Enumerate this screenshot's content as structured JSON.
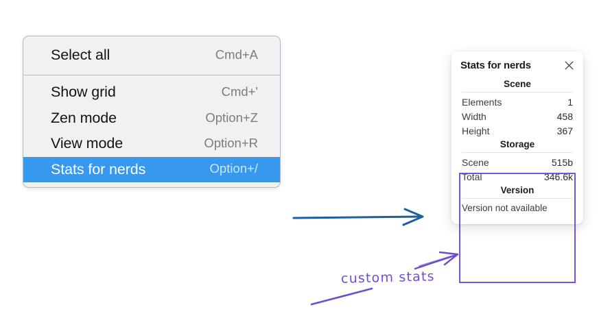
{
  "canvas": {
    "background": "#ffffff"
  },
  "context_menu": {
    "accent_color": "#3799ee",
    "background": "#f0f1f3",
    "sections": [
      {
        "items": [
          {
            "label": "Select all",
            "shortcut": "Cmd+A",
            "selected": false
          }
        ]
      },
      {
        "items": [
          {
            "label": "Show grid",
            "shortcut": "Cmd+'",
            "selected": false
          },
          {
            "label": "Zen mode",
            "shortcut": "Option+Z",
            "selected": false
          },
          {
            "label": "View mode",
            "shortcut": "Option+R",
            "selected": false
          },
          {
            "label": "Stats for nerds",
            "shortcut": "Option+/",
            "selected": true
          }
        ]
      }
    ]
  },
  "stats_panel": {
    "title": "Stats for nerds",
    "close_icon": "close-icon",
    "sections": [
      {
        "heading": "Scene",
        "rows": [
          {
            "key": "Elements",
            "value": "1"
          },
          {
            "key": "Width",
            "value": "458"
          },
          {
            "key": "Height",
            "value": "367"
          }
        ]
      },
      {
        "heading": "Storage",
        "rows": [
          {
            "key": "Scene",
            "value": "515b"
          },
          {
            "key": "Total",
            "value": "346.6k"
          }
        ]
      },
      {
        "heading": "Version",
        "text": "Version not available"
      }
    ]
  },
  "annotations": {
    "highlight_color": "#7a52d8",
    "blue_arrow_color": "#1f5f9e",
    "purple_ink_color": "#6b4fd0",
    "handwritten_label": "custom stats"
  }
}
